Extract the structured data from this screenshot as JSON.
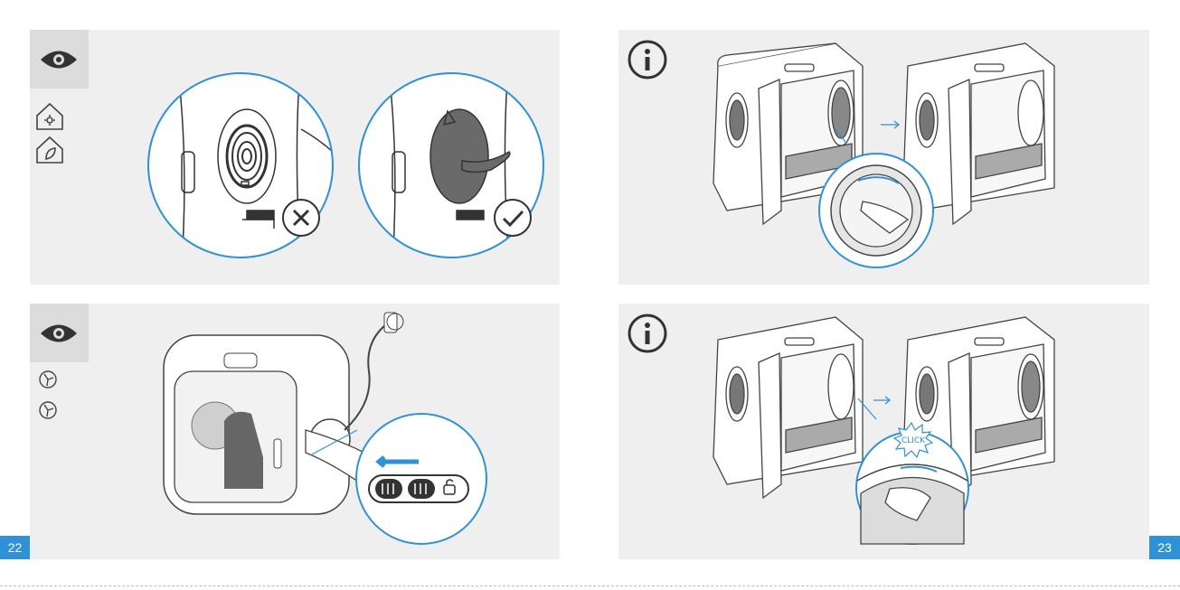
{
  "pages": {
    "left": "22",
    "right": "23"
  },
  "panels": {
    "top_left": {
      "header_icon": "eye-icon",
      "side_icons": [
        "house-sun-icon",
        "house-leaf-icon"
      ],
      "left_state": "cross-icon",
      "right_state": "check-icon"
    },
    "bottom_left": {
      "header_icon": "eye-icon",
      "side_icons": [
        "fan-icon",
        "fan-icon"
      ],
      "lock_state": "unlocked-padlock-icon"
    },
    "top_right": {
      "header_icon": "info-icon"
    },
    "bottom_right": {
      "header_icon": "info-icon",
      "click_label": "CLICK"
    }
  },
  "colors": {
    "accent": "#2f92d6",
    "panel": "#efefef",
    "icon_box": "#dcdcdc",
    "line": "#333333"
  }
}
